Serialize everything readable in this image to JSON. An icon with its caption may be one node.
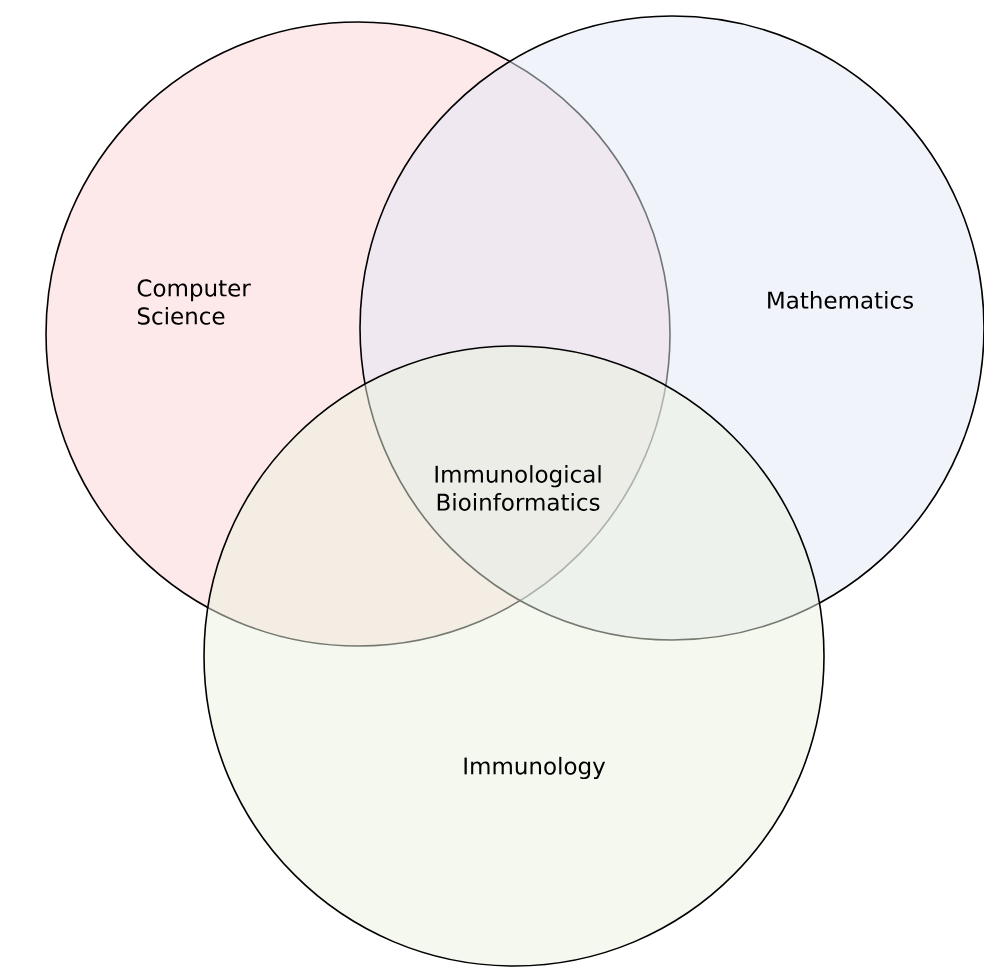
{
  "diagram": {
    "nodes": [
      {
        "text": [
          "Computer Science"
        ]
      },
      {
        "text": [
          "Mathematics"
        ]
      },
      {
        "text": [
          "Immunology"
        ]
      }
    ],
    "labels": [
      "Immunological Bioinformatics"
    ]
  }
}
